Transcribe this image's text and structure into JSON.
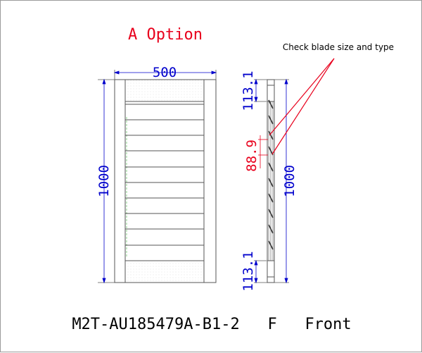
{
  "title": "A Option",
  "note": "Check blade size and type",
  "caption": "M2T-AU185479A-B1-2   F   Front",
  "front_view": {
    "width_label": "500",
    "height_label": "1000"
  },
  "side_view": {
    "top_label": "113.1",
    "blade_label": "88.9",
    "height_label": "1000",
    "bottom_label": "113.1"
  },
  "colors": {
    "title": "#e8001c",
    "dimension": "#0000cc",
    "annotation": "#e8001c",
    "drawing": "#555555",
    "infill": "#8fd48f"
  }
}
